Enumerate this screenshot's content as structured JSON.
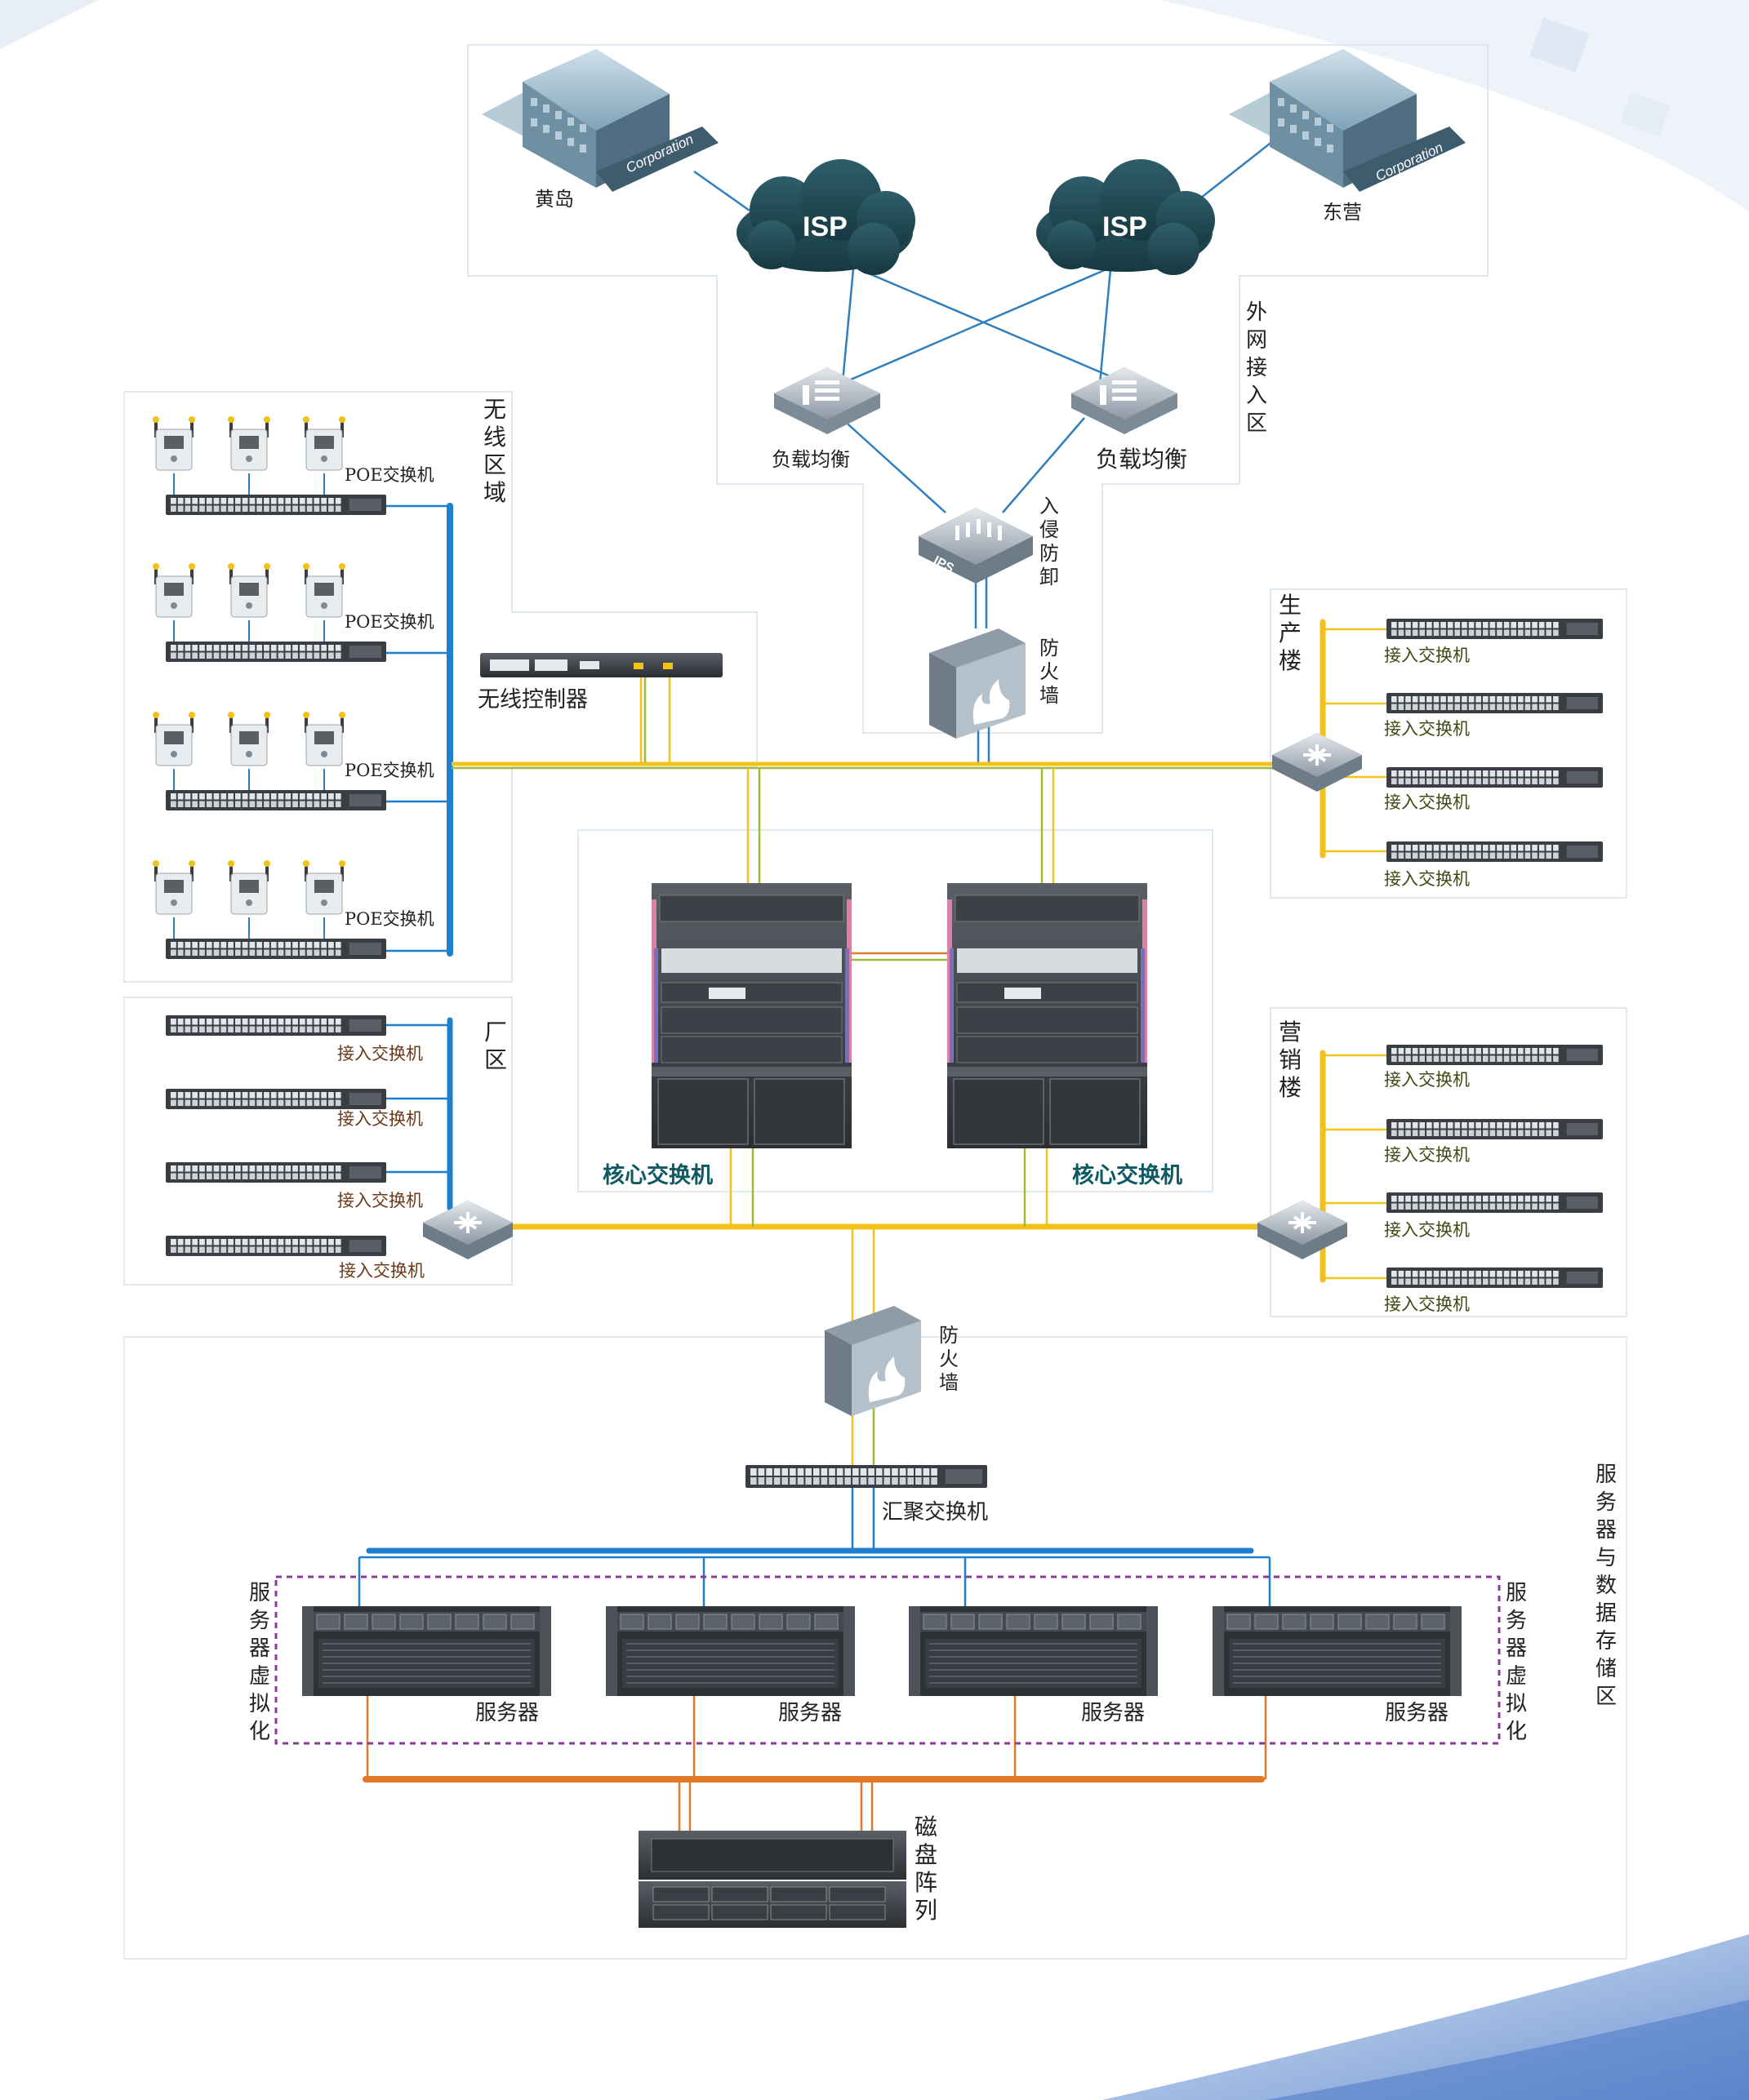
{
  "zones": {
    "wan": "外网接入区",
    "wireless": "无线区域",
    "factory": "厂区",
    "production": "生产楼",
    "marketing": "营销楼",
    "server": "服务器与数据存储区",
    "virt": "服务器虚拟化"
  },
  "sites": {
    "left": "黄岛",
    "right": "东营",
    "corp": "Corporation"
  },
  "isp": "ISP",
  "load_balancer": "负载均衡",
  "ips": "入侵防卸",
  "ips_tag": "IPS",
  "firewall": "防火墙",
  "wlc": "无线控制器",
  "poe_switch": "POE交换机",
  "access_switch": "接入交换机",
  "core_switch": "核心交换机",
  "aggregation_switch": "汇聚交换机",
  "server": "服务器",
  "disk_array": "磁盘阵列",
  "colors": {
    "yellow": "#f2c11a",
    "blue": "#1f7fcf",
    "orange": "#e07a2a",
    "teal": "#1e4d57",
    "purple": "#8a3a9a"
  }
}
